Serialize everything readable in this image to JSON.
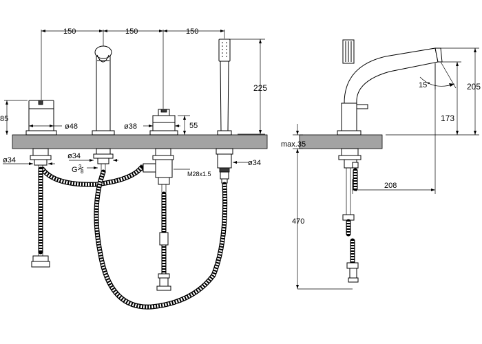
{
  "dimensions": {
    "spacing_1": "150",
    "spacing_2": "150",
    "spacing_3": "150",
    "height_225": "225",
    "height_85": "85",
    "dia_48": "ø48",
    "dia_38": "ø38",
    "dim_55": "55",
    "dia_34_left": "ø34",
    "dia_34_mid": "ø34",
    "dia_34_right": "ø34",
    "thread_g": "G",
    "thread_frac_num": "3",
    "thread_frac_den": "8",
    "thread_m28": "M28x1.5",
    "max_35": "max.35",
    "height_470": "470",
    "height_205": "205",
    "height_173": "173",
    "length_208": "208",
    "angle_15": "15°"
  },
  "colors": {
    "deck": "#a3a3a3",
    "line": "#000000"
  }
}
